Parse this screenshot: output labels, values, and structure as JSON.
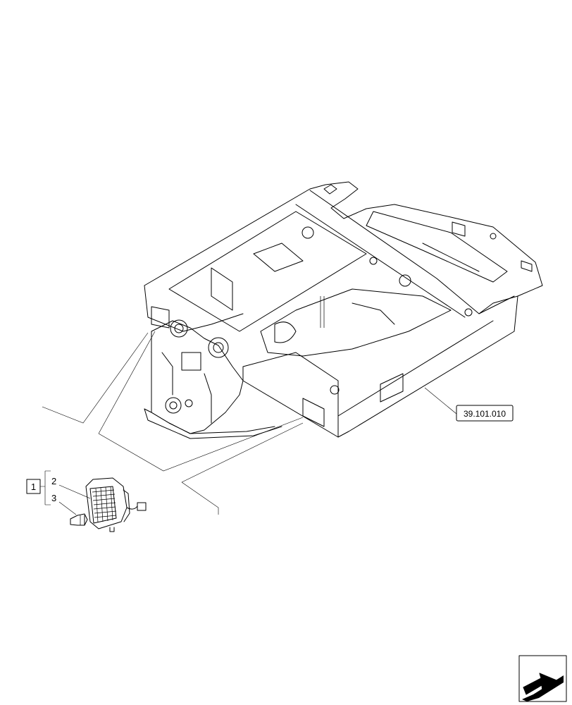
{
  "callouts": {
    "group": "1",
    "item_2": "2",
    "item_3": "3",
    "reference": "39.101.010"
  }
}
